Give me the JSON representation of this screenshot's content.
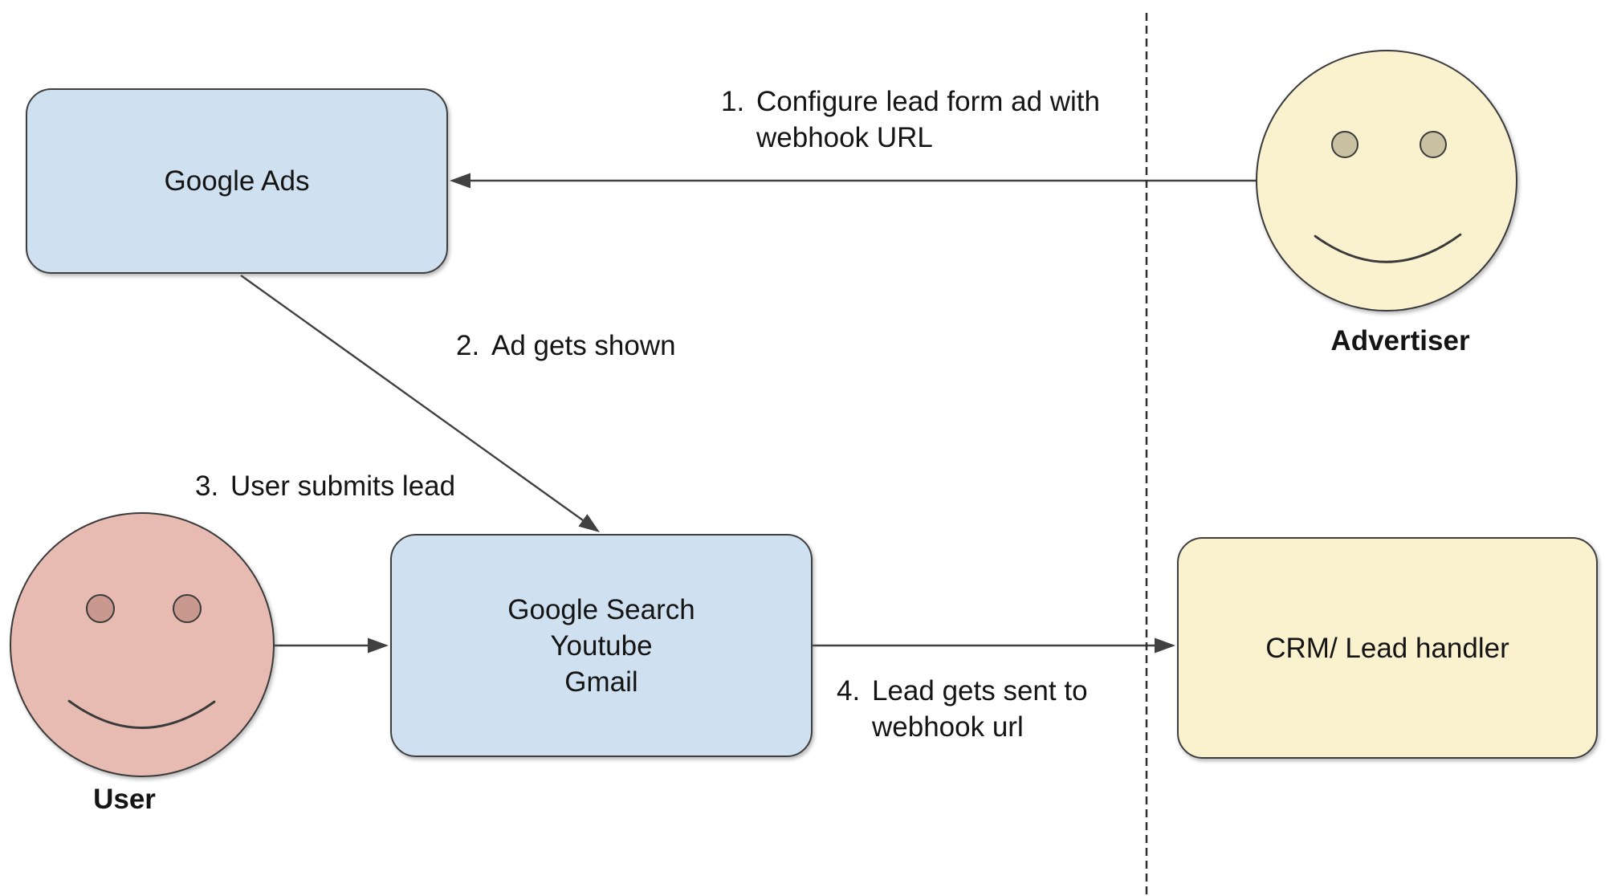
{
  "nodes": {
    "google_ads": {
      "label": "Google Ads"
    },
    "google_surfaces": {
      "lines": [
        "Google Search",
        "Youtube",
        "Gmail"
      ]
    },
    "crm": {
      "label": "CRM/ Lead handler"
    },
    "advertiser": {
      "label": "Advertiser"
    },
    "user": {
      "label": "User"
    }
  },
  "steps": [
    {
      "num": "1.",
      "line1": "Configure lead form ad with",
      "line2": "webhook URL"
    },
    {
      "num": "2.",
      "line1": "Ad gets shown",
      "line2": ""
    },
    {
      "num": "3.",
      "line1": "User submits lead",
      "line2": ""
    },
    {
      "num": "4.",
      "line1": "Lead gets sent to",
      "line2": "webhook url"
    }
  ],
  "colors": {
    "box_blue": "#cfe1f1",
    "box_yellow": "#faf1cf",
    "face_cream": "#faf1cf",
    "face_pink": "#e7bbb1",
    "eye_tan": "#c9c0a2",
    "eye_pink": "#c9998f",
    "stroke": "#414141",
    "text": "#141414"
  }
}
